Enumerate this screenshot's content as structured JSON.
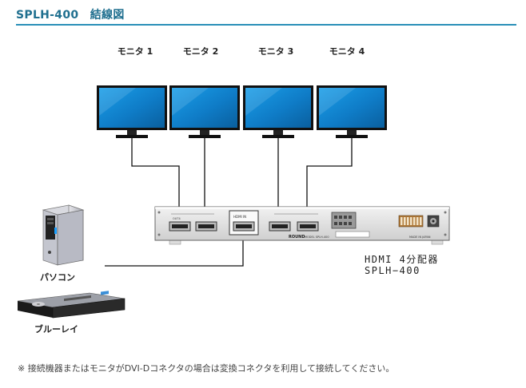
{
  "header": {
    "title": "SPLH-400　結線図"
  },
  "monitors": [
    {
      "label": "モニタ 1"
    },
    {
      "label": "モニタ 2"
    },
    {
      "label": "モニタ 3"
    },
    {
      "label": "モニタ 4"
    }
  ],
  "devices": {
    "pc_label": "パソコン",
    "bluray_label": "ブルーレイ"
  },
  "splitter": {
    "name_line1": "HDMI 4分配器",
    "name_line2": "SPLH−400",
    "brand": "ROUND",
    "model": "MODEL SPLH-400",
    "port_out": "OUT4",
    "port_in": "HDMI IN",
    "made_in": "MADE IN JAPAN"
  },
  "colors": {
    "accent": "#2a8fb8",
    "title": "#1f6f8f"
  },
  "note": "※ 接続機器またはモニタがDVI-Dコネクタの場合は変換コネクタを利用して接続してください。"
}
